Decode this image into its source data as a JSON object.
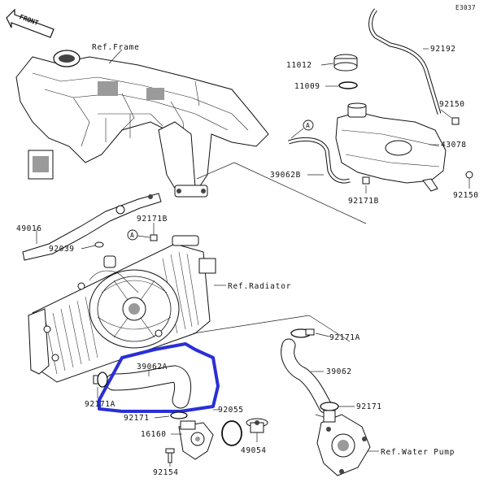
{
  "diagram": {
    "code": "E3037",
    "front_label": "FRONT",
    "ref_labels": {
      "frame": "Ref.Frame",
      "radiator": "Ref.Radiator",
      "water_pump": "Ref.Water Pump"
    },
    "parts": {
      "p11012": "11012",
      "p11009": "11009",
      "p92192": "92192",
      "p92150a": "92150",
      "p43078": "43078",
      "p39062b": "39062B",
      "p92171b_tank": "92171B",
      "p92150b": "92150",
      "p49016": "49016",
      "p92171b_bracket": "92171B",
      "p92039": "92039",
      "p92171a": "92171A",
      "p39062": "39062",
      "p92171_right": "92171",
      "p39062a": "39062A",
      "p92171a_left": "92171A",
      "p92055": "92055",
      "p92171_bottom": "92171",
      "p16160": "16160",
      "p49054": "49054",
      "p92154": "92154"
    },
    "callouts": {
      "a_upper": "A",
      "a_lower": "A"
    },
    "highlight_color": "#2a2fd6"
  }
}
